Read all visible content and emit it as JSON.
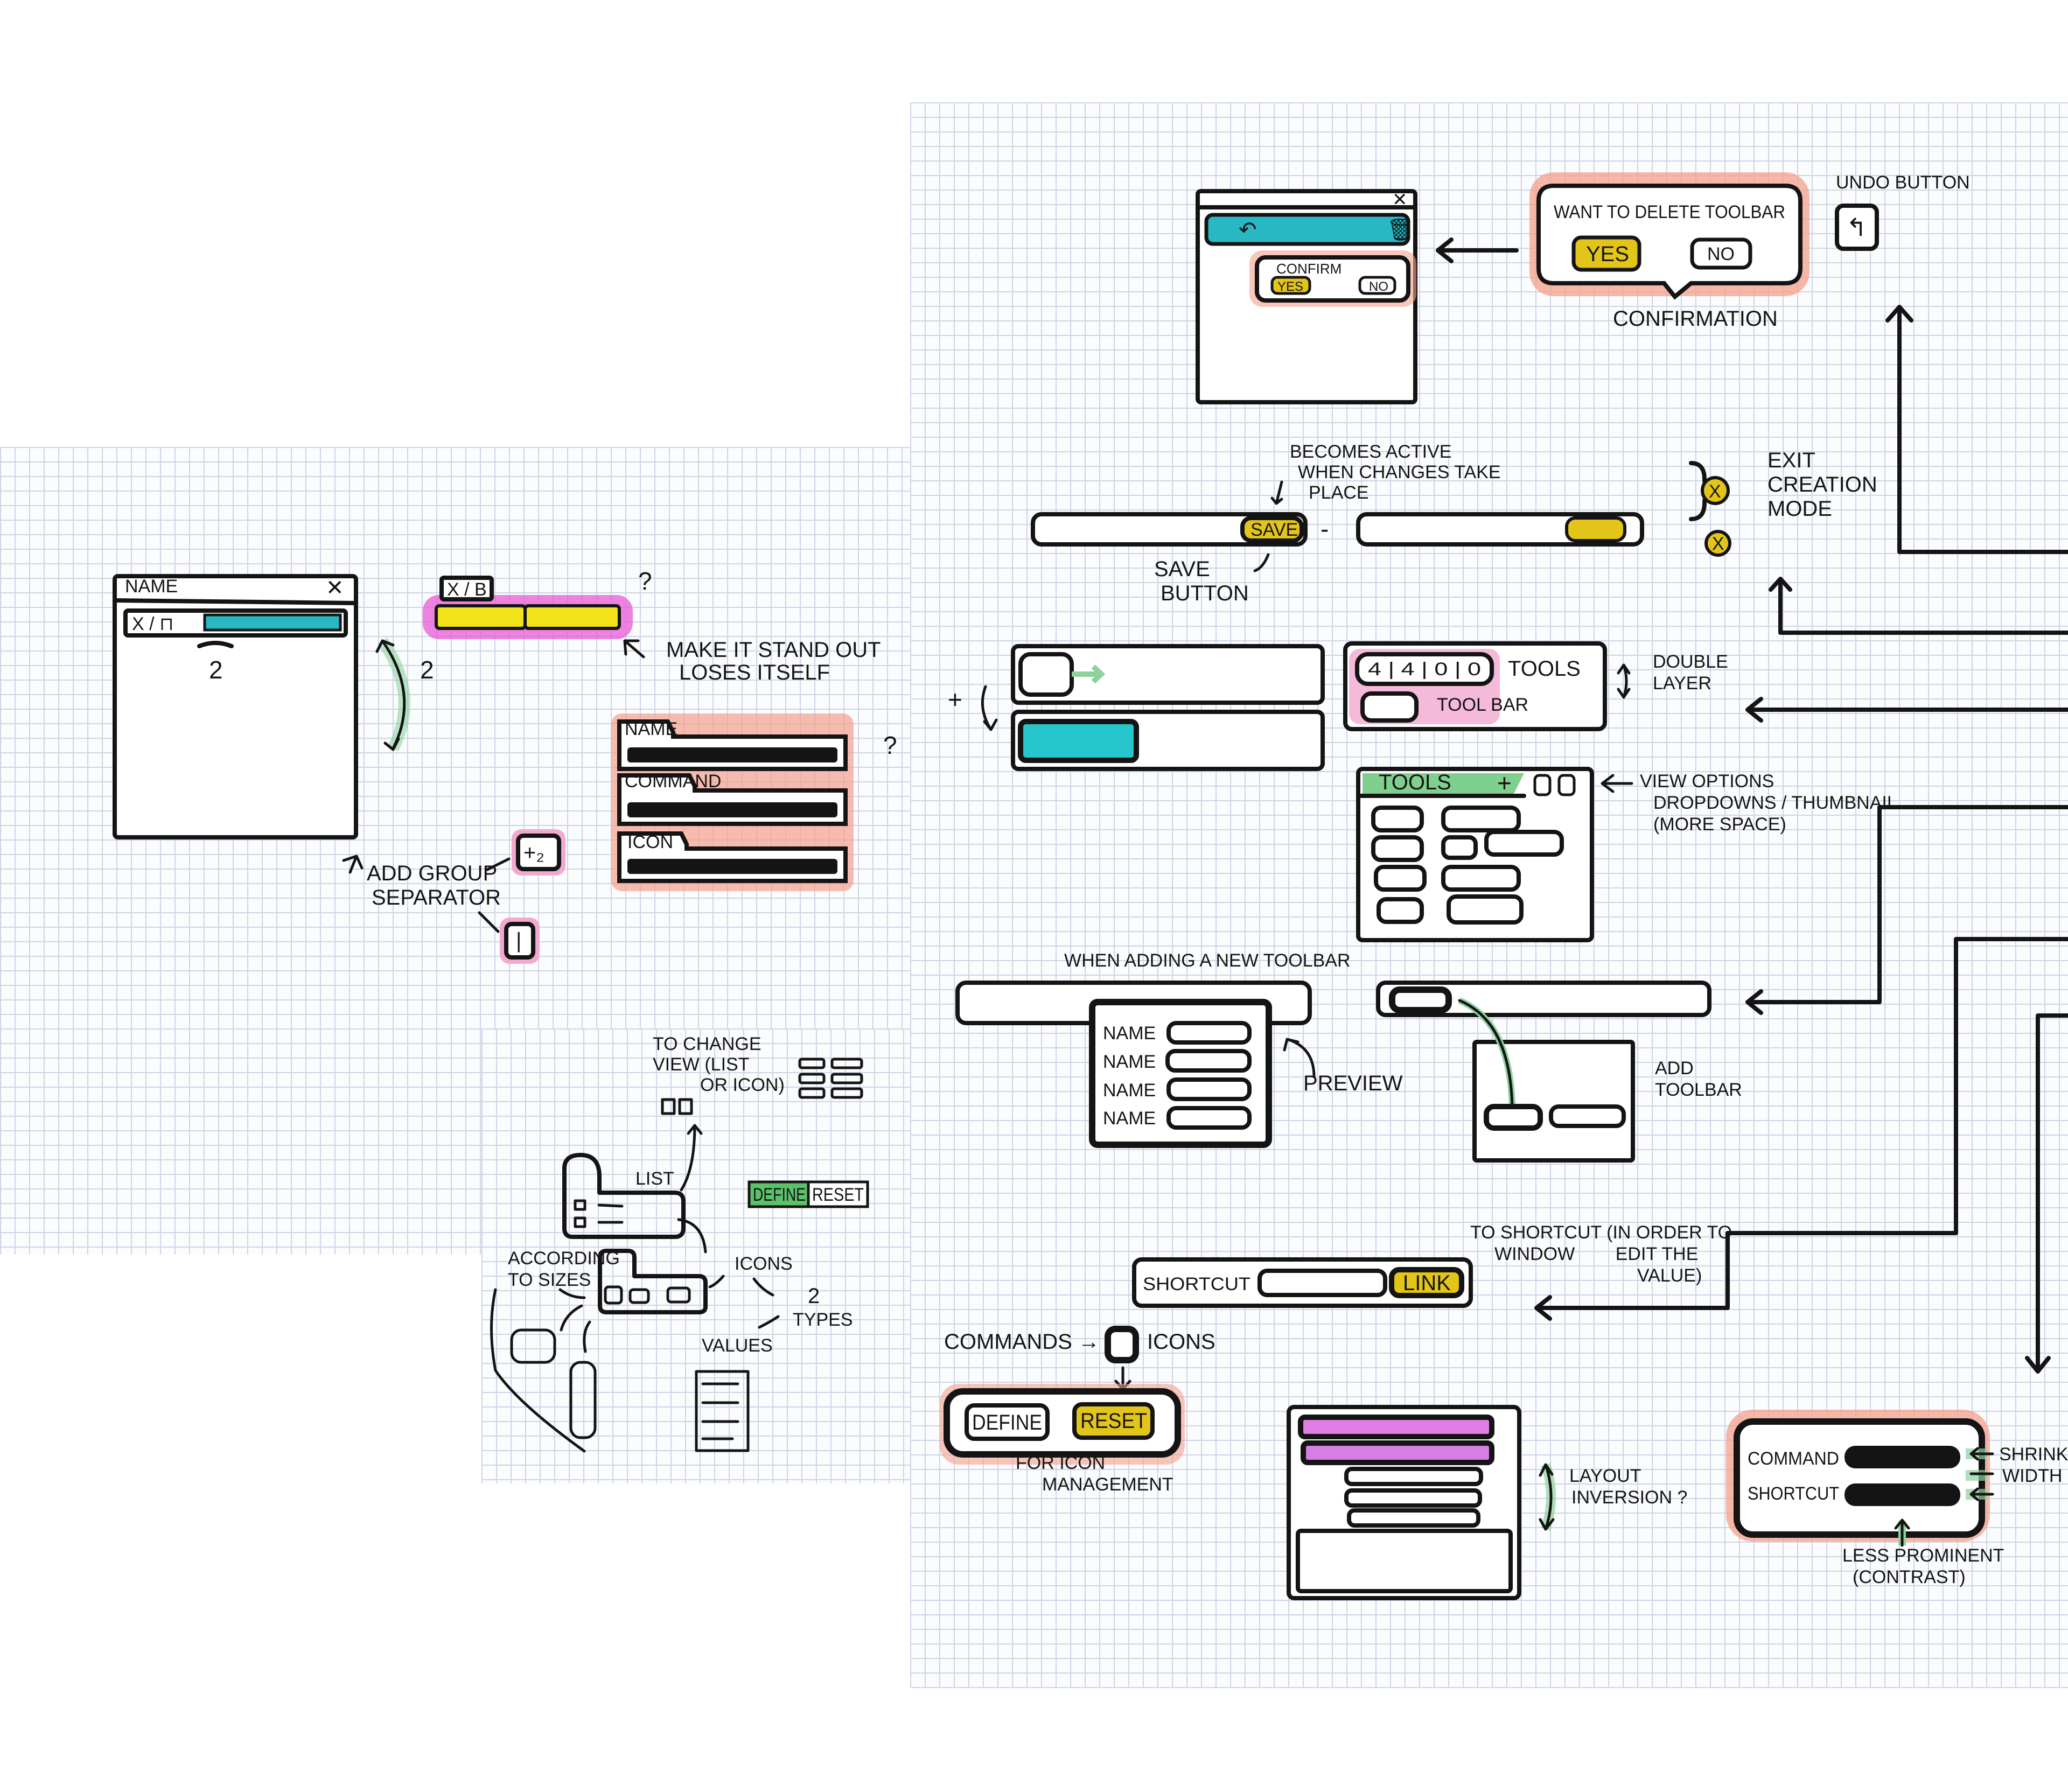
{
  "colors": {
    "yellow": "#e3c51a",
    "cyan": "#27b8c4",
    "magenta": "#e85ad6",
    "salmon": "#f4a08c",
    "pink": "#f2a8cf",
    "green": "#8fd19e",
    "ink": "#141414"
  },
  "left": {
    "window_title": "NAME",
    "window_close": "✕",
    "toolbar_icons": "X / ⊓",
    "height_note": "2",
    "arrow_note": "2",
    "tab_label": "X / B",
    "question_1": "?",
    "stand_out_note": [
      "MAKE IT STAND OUT",
      "LOSES ITSELF"
    ],
    "fields": [
      {
        "label": "NAME"
      },
      {
        "label": "COMMAND"
      },
      {
        "label": "ICON"
      }
    ],
    "question_2": "?",
    "separator_note": [
      "ADD GROUP",
      "SEPARATOR"
    ],
    "add_group_button": "+₂",
    "separator_button": "|"
  },
  "lower_left": {
    "view_note": [
      "TO CHANGE",
      "VIEW (LIST",
      "OR ICON)"
    ],
    "list_label": "LIST",
    "icons_label": "ICONS",
    "types_note": [
      "2",
      "TYPES"
    ],
    "sizes_note": [
      "ACCORDING",
      "TO SIZES"
    ],
    "values_label": "VALUES",
    "define": "DEFINE",
    "reset": "RESET"
  },
  "right": {
    "delete_dialog": {
      "title": "WANT TO DELETE TOOLBAR",
      "yes": "YES",
      "no": "NO",
      "caption": "CONFIRMATION"
    },
    "mini_confirm": {
      "label": "CONFIRM",
      "yes": "YES",
      "no": "NO"
    },
    "window_close": "✕",
    "undo_label": "UNDO BUTTON",
    "save_note": [
      "BECOMES ACTIVE",
      "WHEN CHANGES TAKE",
      "PLACE"
    ],
    "save_button": "SAVE",
    "save_caption": [
      "SAVE",
      "BUTTON"
    ],
    "dash": "-",
    "exit_note": [
      "EXIT",
      "CREATION",
      "MODE"
    ],
    "exit_icon": "X",
    "plus": "+",
    "tools_box": {
      "counter": "4 | 4 | 0 | 0",
      "tools": "TOOLS",
      "toolbar": "TOOL BAR"
    },
    "double_layer": [
      "DOUBLE",
      "LAYER"
    ],
    "tools_panel": {
      "title": "TOOLS",
      "add": "+"
    },
    "view_options": [
      "VIEW OPTIONS",
      "DROPDOWNS / THUMBNAIL",
      "(MORE SPACE)"
    ],
    "new_toolbar_note": "WHEN ADDING A NEW TOOLBAR",
    "name_rows": [
      "NAME",
      "NAME",
      "NAME",
      "NAME"
    ],
    "preview": "PREVIEW",
    "add_toolbar": [
      "ADD",
      "TOOLBAR"
    ],
    "shortcut": {
      "label": "SHORTCUT",
      "link": "LINK"
    },
    "shortcut_note": [
      "TO SHORTCUT (IN ORDER TO",
      "WINDOW        EDIT THE",
      "VALUE)"
    ],
    "commands": "COMMANDS →",
    "icons": "ICONS",
    "define": "DEFINE",
    "reset": "RESET",
    "icon_mgmt": [
      "FOR ICON",
      "MANAGEMENT"
    ],
    "layout_note": [
      "LAYOUT",
      "INVERSION ?"
    ],
    "cmd_panel": {
      "command": "COMMAND",
      "shortcut": "SHORTCUT"
    },
    "shrink_note": [
      "SHRINK",
      "WIDTH"
    ],
    "less_prominent": [
      "LESS PROMINENT",
      "(CONTRAST)"
    ]
  }
}
